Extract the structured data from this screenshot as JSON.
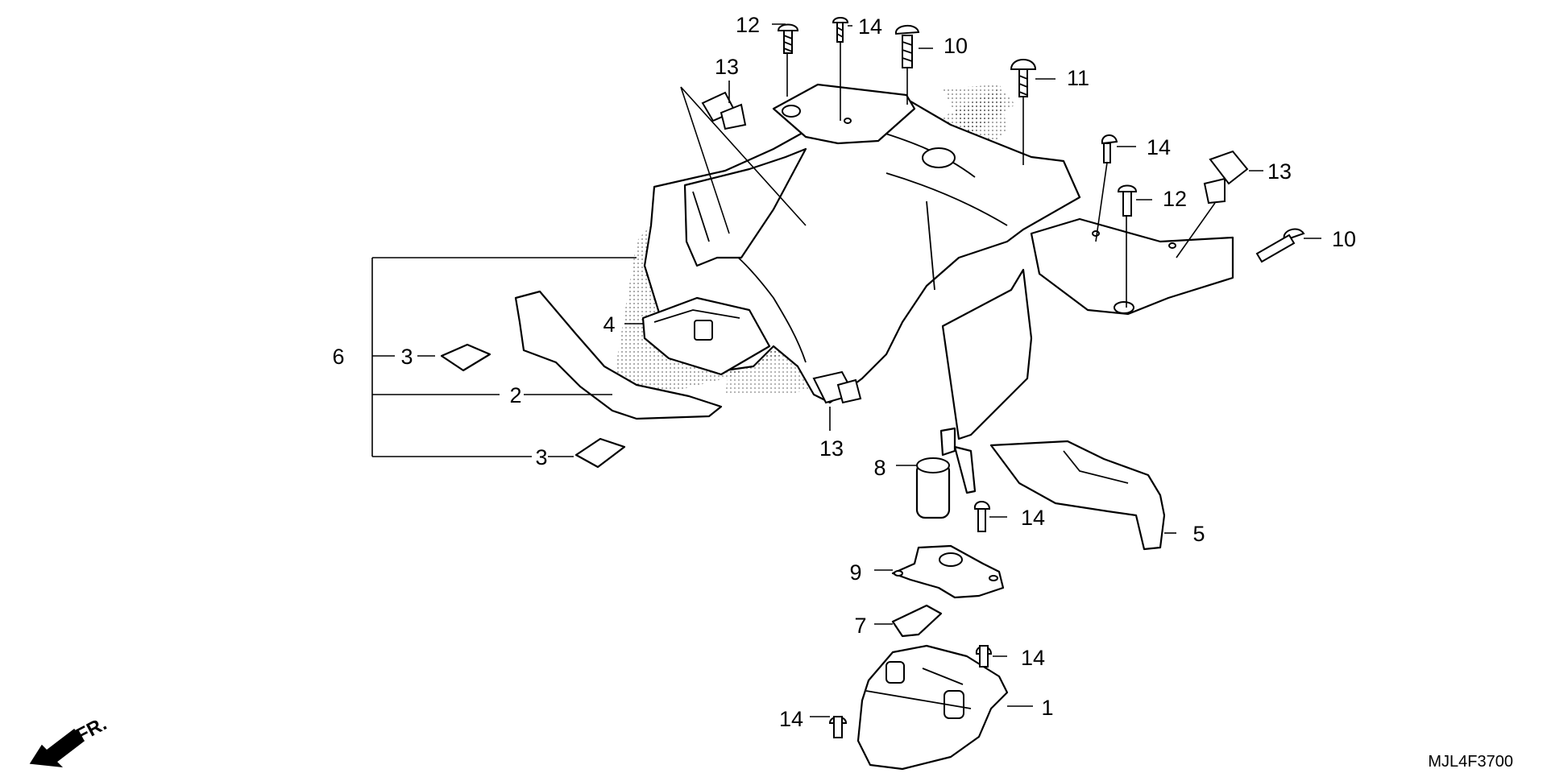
{
  "diagram": {
    "code": "MJL4F3700",
    "direction_label": "FR.",
    "callouts": [
      {
        "id": "c-12a",
        "label": "12"
      },
      {
        "id": "c-14a",
        "label": "14"
      },
      {
        "id": "c-10a",
        "label": "10"
      },
      {
        "id": "c-11",
        "label": "11"
      },
      {
        "id": "c-13a",
        "label": "13"
      },
      {
        "id": "c-14b",
        "label": "14"
      },
      {
        "id": "c-13b",
        "label": "13"
      },
      {
        "id": "c-12b",
        "label": "12"
      },
      {
        "id": "c-10b",
        "label": "10"
      },
      {
        "id": "c-4",
        "label": "4"
      },
      {
        "id": "c-6",
        "label": "6"
      },
      {
        "id": "c-3a",
        "label": "3"
      },
      {
        "id": "c-2",
        "label": "2"
      },
      {
        "id": "c-3b",
        "label": "3"
      },
      {
        "id": "c-13c",
        "label": "13"
      },
      {
        "id": "c-8",
        "label": "8"
      },
      {
        "id": "c-14c",
        "label": "14"
      },
      {
        "id": "c-5",
        "label": "5"
      },
      {
        "id": "c-9",
        "label": "9"
      },
      {
        "id": "c-7",
        "label": "7"
      },
      {
        "id": "c-14d",
        "label": "14"
      },
      {
        "id": "c-1",
        "label": "1"
      },
      {
        "id": "c-14e",
        "label": "14"
      }
    ]
  }
}
